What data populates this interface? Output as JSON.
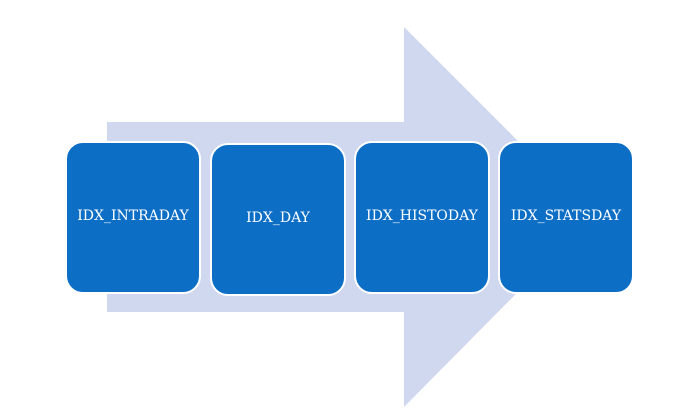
{
  "colors": {
    "arrow": "#cfd8ee",
    "box": "#0d6ec6",
    "box_border": "#ffffff",
    "label": "#ffffff"
  },
  "diagram": {
    "steps": [
      {
        "label": "IDX_INTRADAY"
      },
      {
        "label": "IDX_DAY"
      },
      {
        "label": "IDX_HISTODAY"
      },
      {
        "label": "IDX_STATSDAY"
      }
    ]
  }
}
